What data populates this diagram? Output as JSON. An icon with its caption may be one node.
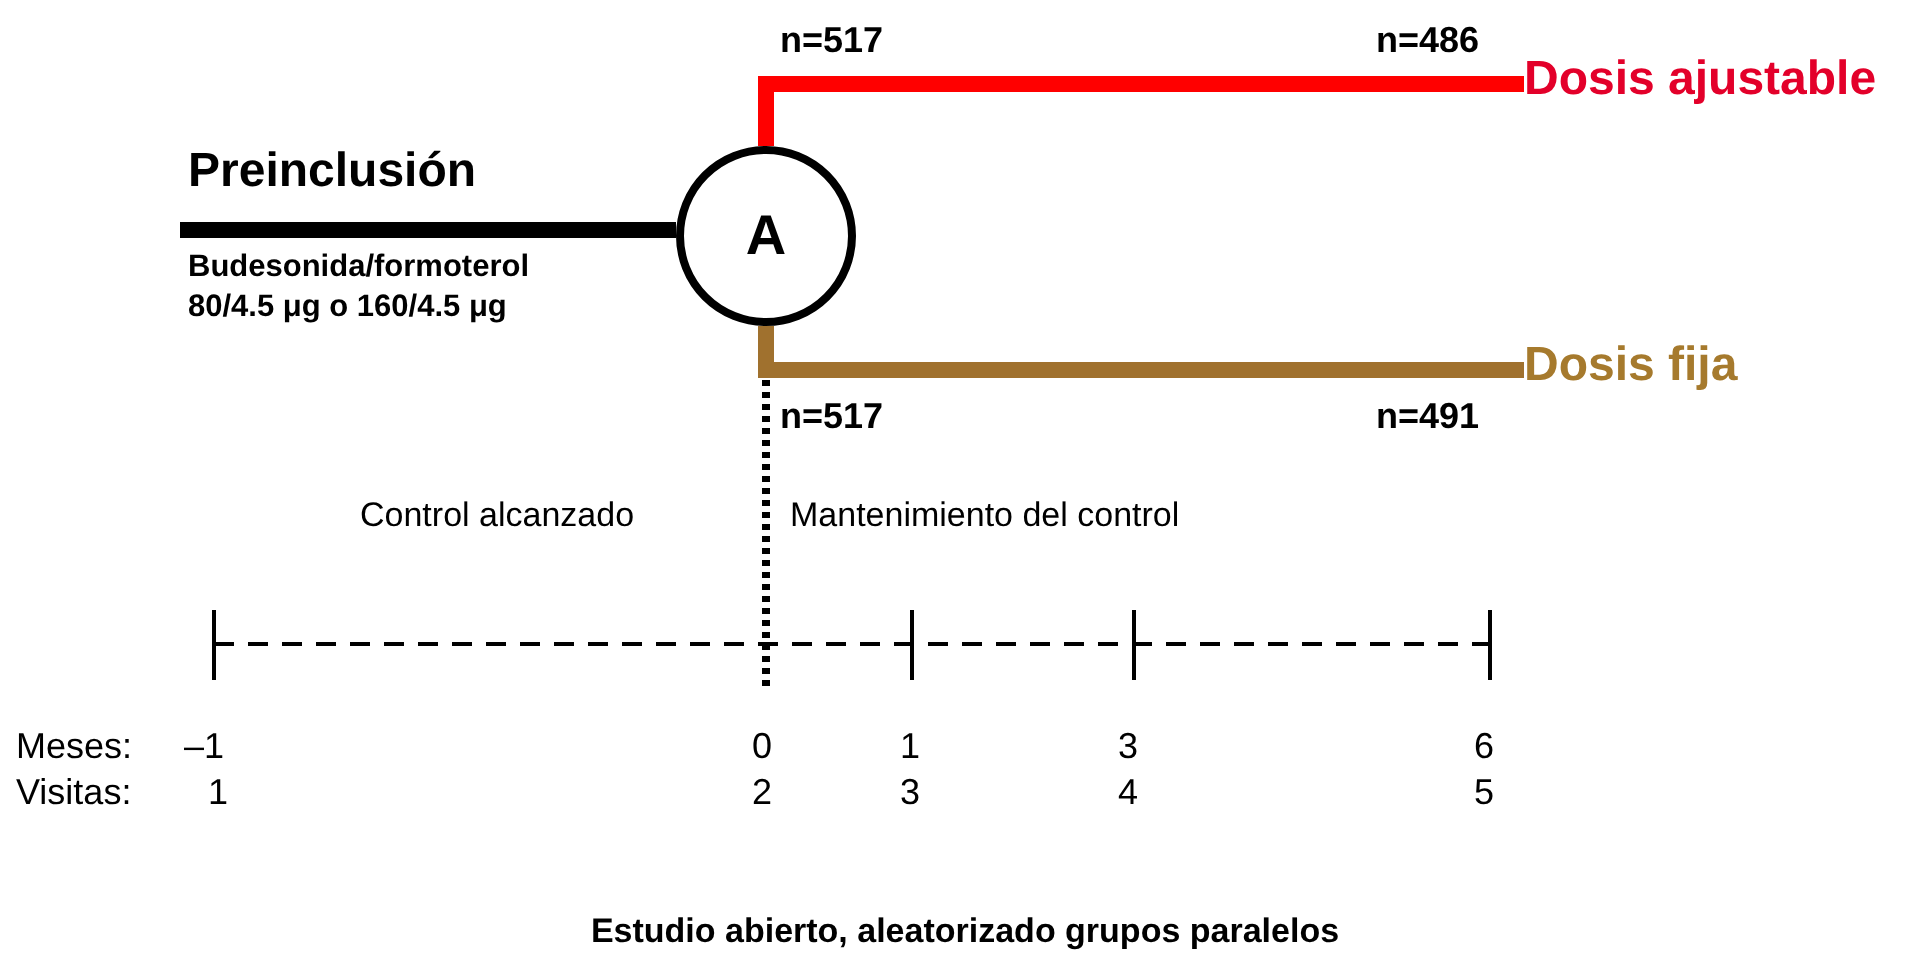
{
  "diagram": {
    "caption": "Estudio abierto, aleatorizado grupos paralelos",
    "nodes": [
      {
        "text": [
          "Preinclusión",
          "Budesonida/formoterol 80/4.5 μg o 160/4.5 μg"
        ]
      },
      {
        "text": [
          "A"
        ]
      },
      {
        "text": [
          "Dosis ajustable"
        ]
      },
      {
        "text": [
          "Dosis fija"
        ]
      }
    ],
    "edges": [
      {
        "from": 0,
        "to": 1,
        "arrow": "none"
      },
      {
        "from": 1,
        "to": 2,
        "arrow": "none",
        "color": "#ff0000"
      },
      {
        "from": 1,
        "to": 3,
        "arrow": "none",
        "color": "#a0712e"
      }
    ],
    "labels": [
      "n=517",
      "n=486",
      "n=517",
      "n=491",
      "Control alcanzado",
      "Mantenimiento del control",
      "Meses:",
      "–1",
      "0",
      "1",
      "3",
      "6",
      "Visitas:",
      "1",
      "2",
      "3",
      "4",
      "5"
    ]
  }
}
